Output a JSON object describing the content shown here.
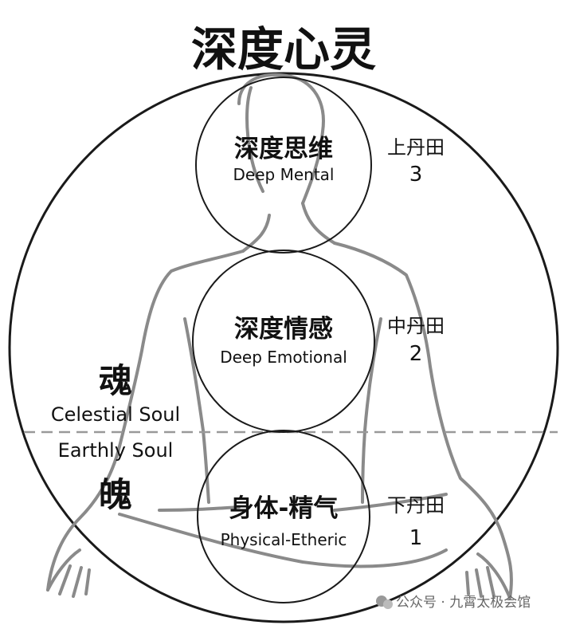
{
  "title": "深度心灵",
  "centers": [
    {
      "zh": "深度思维",
      "en": "Deep Mental",
      "dantian": "上丹田",
      "number": "3"
    },
    {
      "zh": "深度情感",
      "en": "Deep Emotional",
      "dantian": "中丹田",
      "number": "2"
    },
    {
      "zh": "身体-精气",
      "en": "Physical-Etheric",
      "dantian": "下丹田",
      "number": "1"
    }
  ],
  "upper_soul": {
    "zh": "魂",
    "en": "Celestial Soul"
  },
  "lower_soul": {
    "zh": "魄",
    "en": "Earthly Soul"
  },
  "watermark": "公众号 · 九霄太极会馆",
  "colors": {
    "ink": "#111111",
    "figure": "#8a8a8a",
    "circle": "#1a1a1a",
    "divider": "#999999"
  }
}
